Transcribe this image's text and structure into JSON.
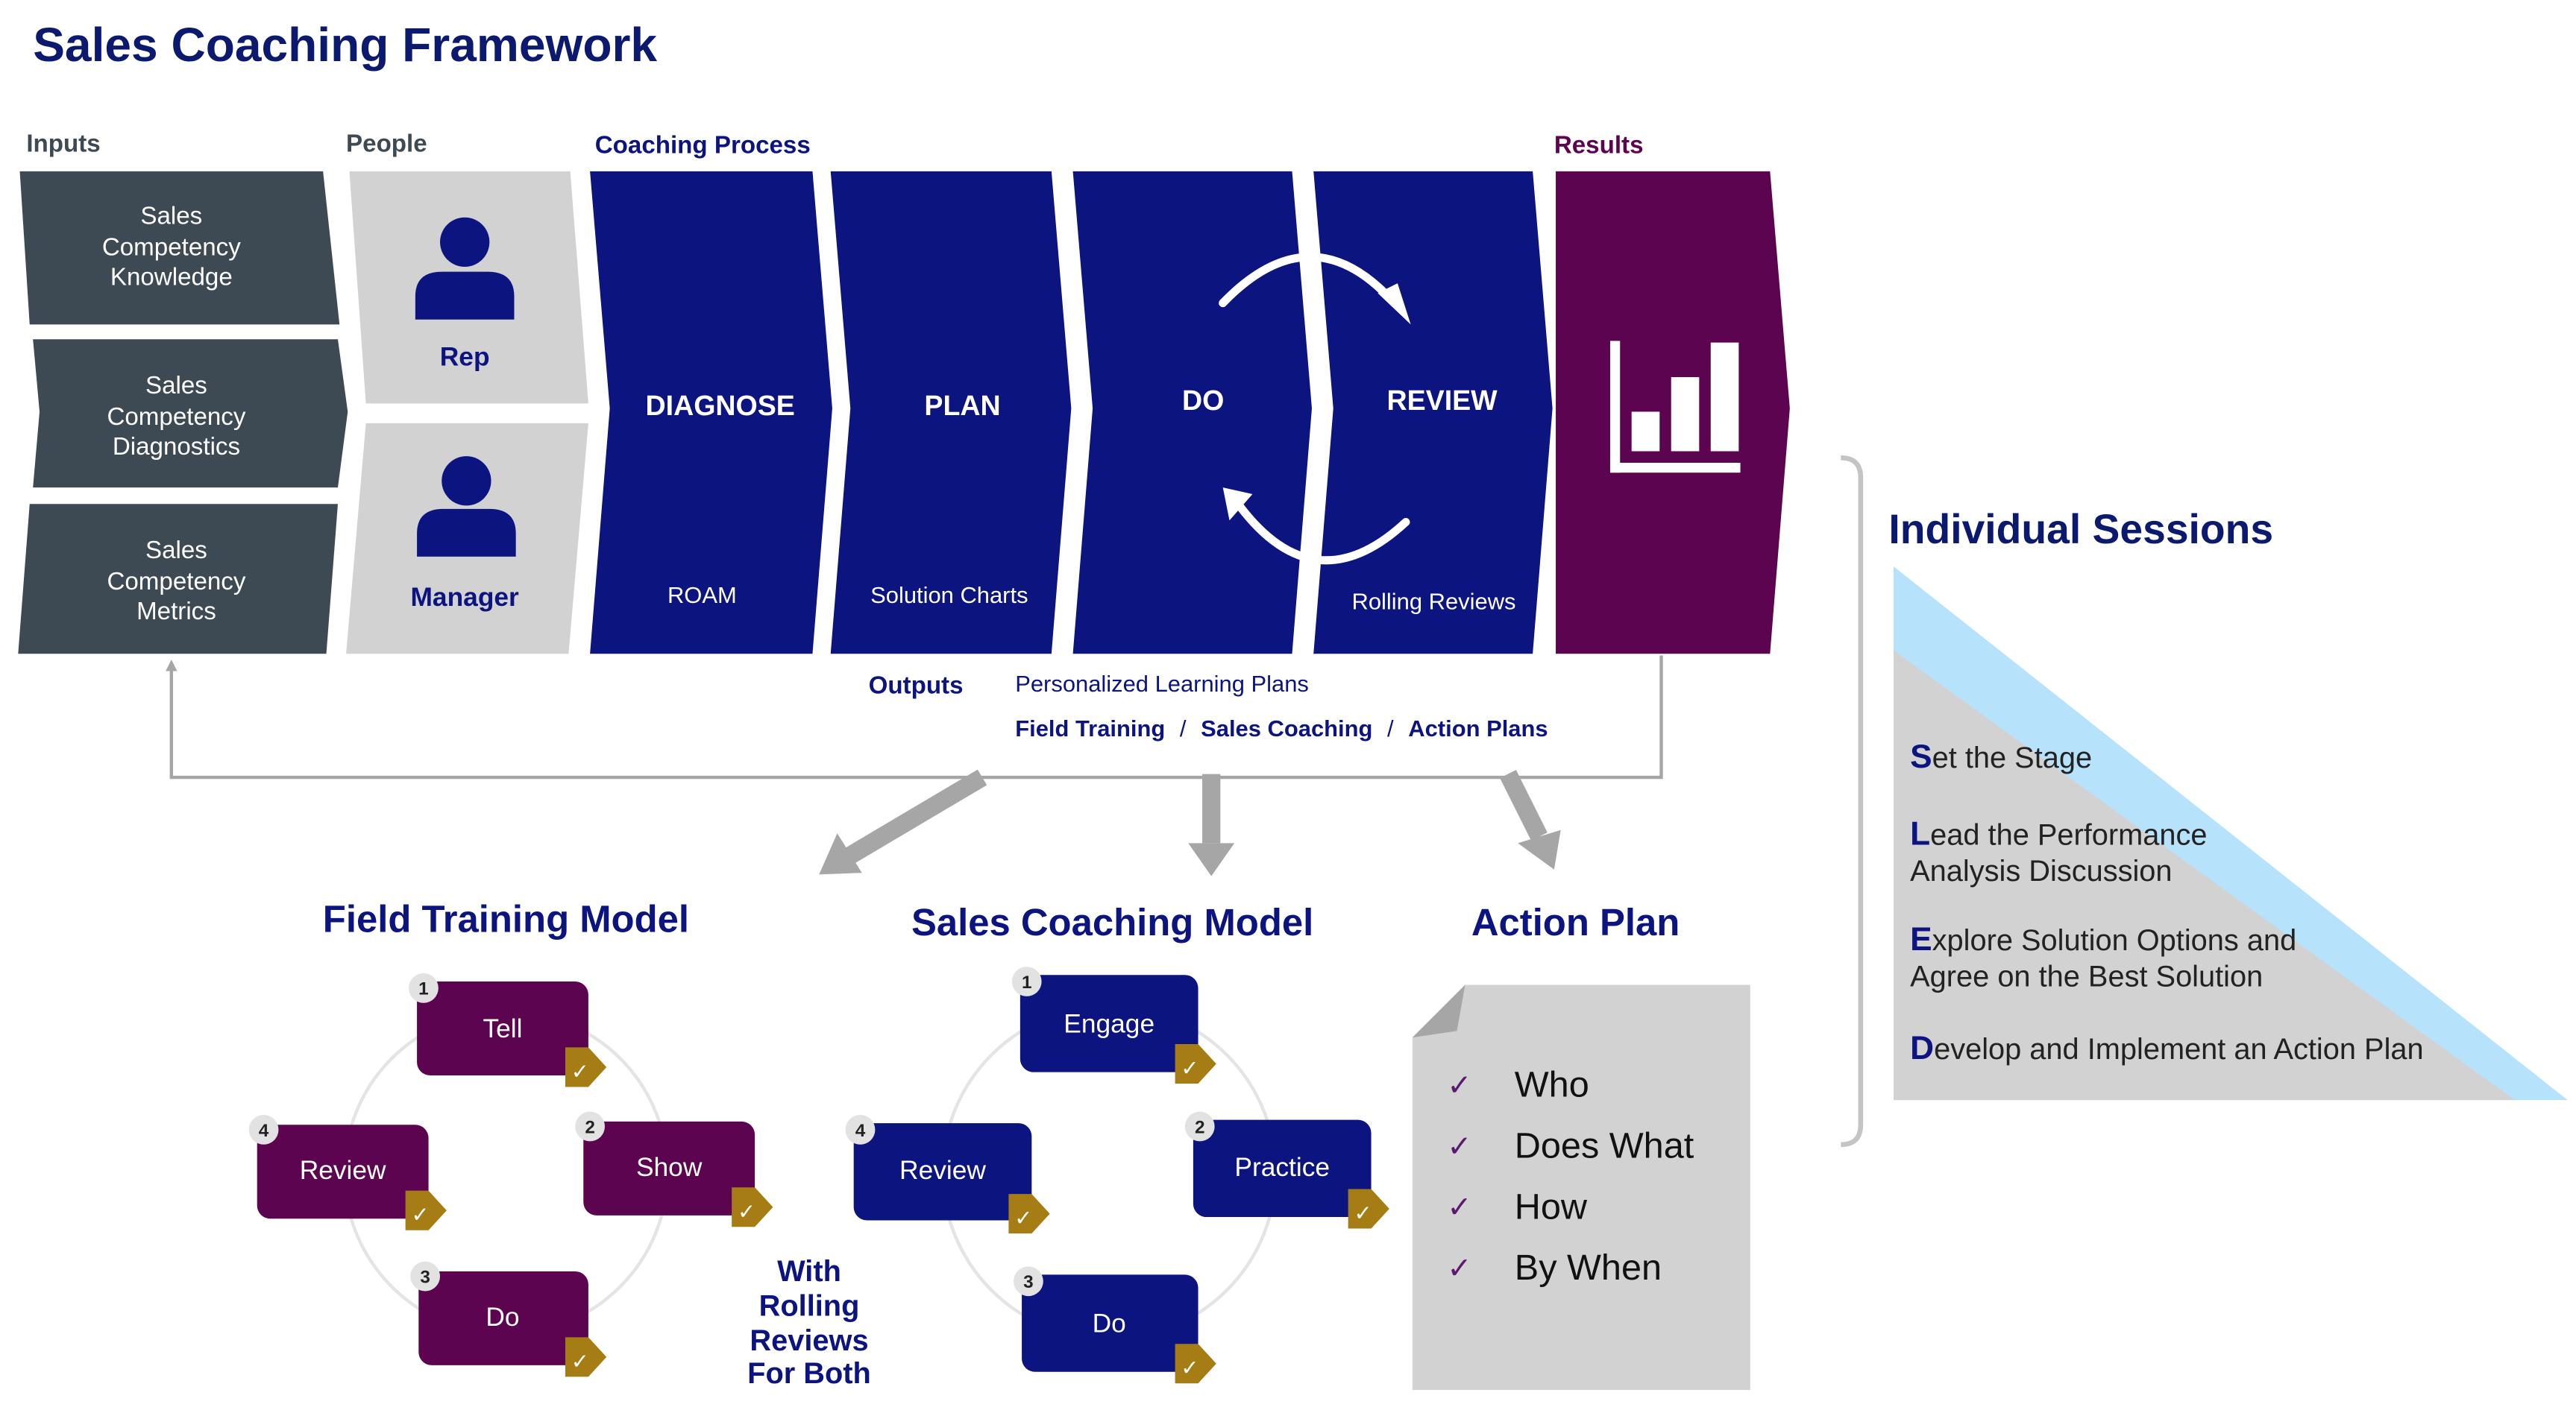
{
  "title": "Sales Coaching Framework",
  "column_headers": {
    "inputs": "Inputs",
    "people": "People",
    "coaching_process": "Coaching Process",
    "results": "Results"
  },
  "inputs": [
    {
      "lines": [
        "Sales",
        "Competency",
        "Knowledge"
      ]
    },
    {
      "lines": [
        "Sales",
        "Competency",
        "Diagnostics"
      ]
    },
    {
      "lines": [
        "Sales",
        "Competency",
        "Metrics"
      ]
    }
  ],
  "people": {
    "rep": "Rep",
    "manager": "Manager"
  },
  "process_steps": [
    {
      "title": "DIAGNOSE",
      "subtitle": "ROAM"
    },
    {
      "title": "PLAN",
      "subtitle": "Solution Charts"
    },
    {
      "title": "DO",
      "subtitle": ""
    },
    {
      "title": "REVIEW",
      "subtitle": "Rolling Reviews"
    }
  ],
  "outputs": {
    "label": "Outputs",
    "line1": "Personalized Learning Plans",
    "items": [
      "Field Training",
      "Sales Coaching",
      "Action Plans"
    ],
    "separator": "/"
  },
  "field_training": {
    "title": "Field Training Model",
    "steps": [
      {
        "number": "1",
        "label": "Tell"
      },
      {
        "number": "2",
        "label": "Show"
      },
      {
        "number": "3",
        "label": "Do"
      },
      {
        "number": "4",
        "label": "Review"
      }
    ]
  },
  "sales_coaching": {
    "title": "Sales Coaching Model",
    "steps": [
      {
        "number": "1",
        "label": "Engage"
      },
      {
        "number": "2",
        "label": "Practice"
      },
      {
        "number": "3",
        "label": "Do"
      },
      {
        "number": "4",
        "label": "Review"
      }
    ]
  },
  "rolling_note": [
    "With",
    "Rolling",
    "Reviews",
    "For Both"
  ],
  "action_plan": {
    "title": "Action Plan",
    "items": [
      "Who",
      "Does What",
      "How",
      "By When"
    ]
  },
  "individual_sessions": {
    "title": "Individual Sessions",
    "steps": [
      {
        "letter": "S",
        "lines": [
          "et the Stage"
        ]
      },
      {
        "letter": "L",
        "lines": [
          "ead the Performance",
          "Analysis Discussion"
        ]
      },
      {
        "letter": "E",
        "lines": [
          "xplore Solution Options and",
          "Agree on the Best Solution"
        ]
      },
      {
        "letter": "D",
        "lines": [
          "evelop and Implement an Action Plan"
        ]
      }
    ]
  },
  "colors": {
    "navy": "#0c1480",
    "title_navy": "#0b1a6e",
    "slate": "#3d4a54",
    "purple": "#5c0450",
    "light_gray": "#d3d2d3",
    "gold": "#a57d14",
    "sky": "#b6e2fb",
    "check": "#5c1a6e"
  }
}
